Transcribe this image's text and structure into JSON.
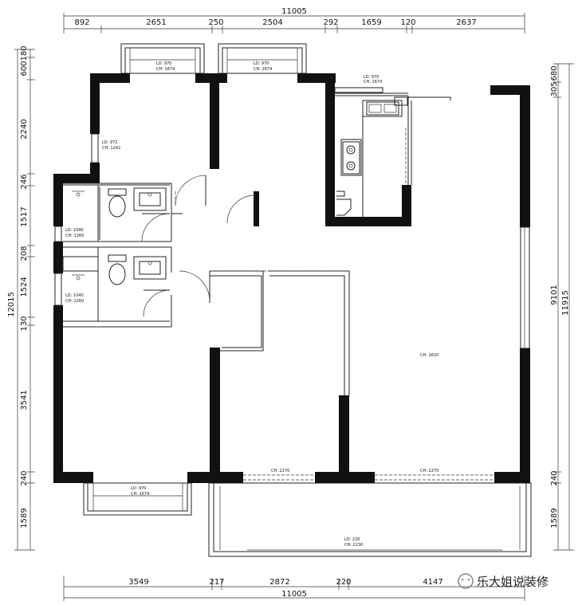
{
  "dimensions": {
    "top_total": "11005",
    "top_segments": [
      "892",
      "2651",
      "250",
      "2504",
      "292",
      "1659",
      "120",
      "2637"
    ],
    "bottom_total": "11005",
    "bottom_segments": [
      "3549",
      "217",
      "2872",
      "220",
      "4147"
    ],
    "left_total": "12015",
    "left_segments": [
      "180",
      "600",
      "2240",
      "246",
      "1517",
      "208",
      "1524",
      "130",
      "3541",
      "240",
      "1589"
    ],
    "right_total": "11915",
    "right_main": "9101",
    "right_segments": [
      "680",
      "305",
      "240",
      "1589"
    ]
  },
  "room_labels": {
    "win_bedroom1_ld": "LD: 970",
    "win_bedroom1_ch": "CH: 1674",
    "win_bedroom2_ld": "LD: 970",
    "win_bedroom2_ch": "CH: 1674",
    "win_kitchen_ld": "LD: 970",
    "win_kitchen_ch": "CH: 1674",
    "win_side_ld": "LD: 972",
    "win_side_ch": "CH: 1242",
    "bath1_ld": "LD: 1040",
    "bath1_ch": "CH: 1260",
    "bath2_ld": "LD: 1040",
    "bath2_ch": "CH: 1260",
    "living_ch": "CH: 2620",
    "balcony_door1": "CH: 2270",
    "balcony_door2": "CH: 2270",
    "win_bottom_ld": "LD: 970",
    "win_bottom_ch": "CH: 1674",
    "balcony_ld": "LD: 220",
    "balcony_ch": "CH: 2230"
  },
  "watermark": "乐大姐说装修"
}
